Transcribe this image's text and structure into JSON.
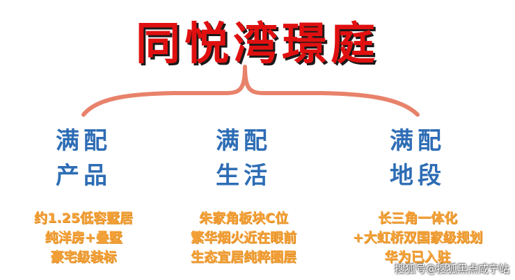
{
  "title": "同悦湾璟庭",
  "columns": [
    {
      "heading_line1": "满配",
      "heading_line2": "产品",
      "items": [
        "约1.25低容墅居",
        "纯洋房+叠墅",
        "豪宅级装标"
      ]
    },
    {
      "heading_line1": "满配",
      "heading_line2": "生活",
      "items": [
        "朱家角板块C位",
        "繁华烟火近在眼前",
        "生态宜居纯粹圈层"
      ]
    },
    {
      "heading_line1": "满配",
      "heading_line2": "地段",
      "items": [
        "长三角一体化",
        "+大虹桥双国家级规划",
        "华为已入驻"
      ]
    }
  ],
  "watermark": "搜狐号@搜狐黑点咸宁站",
  "colors": {
    "title": "#e01010",
    "heading": "#2e6db5",
    "items": "#f5a23a",
    "brace": "#e8826b"
  }
}
